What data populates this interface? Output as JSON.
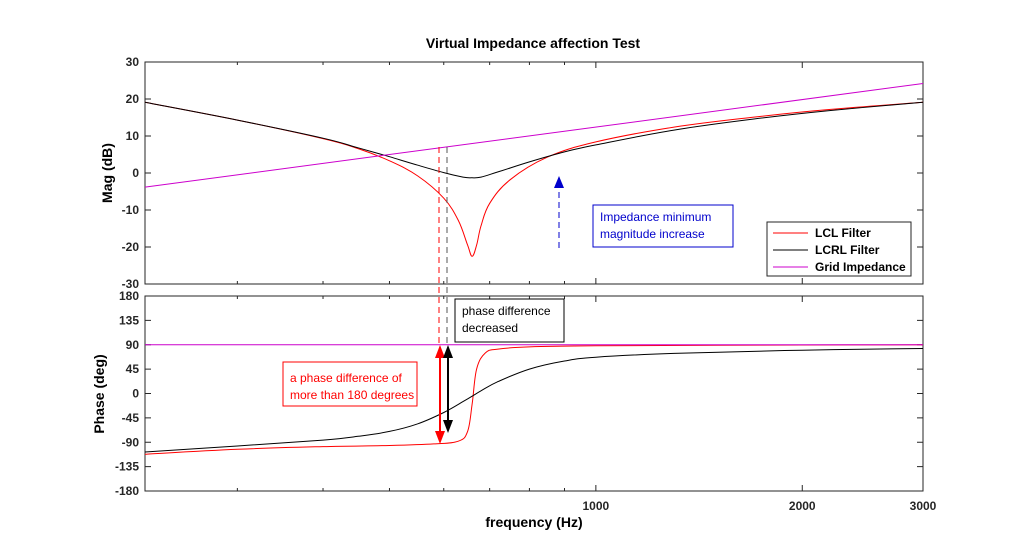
{
  "chart_data": [
    {
      "type": "line",
      "title": "Virtual Impedance affection Test",
      "xlabel": "",
      "ylabel": "Mag (dB)",
      "xscale": "log",
      "xlim": [
        220,
        3000
      ],
      "ylim": [
        -30,
        30
      ],
      "yticks": [
        "30",
        "20",
        "10",
        "0",
        "-10",
        "-20",
        "-30"
      ],
      "grid": false,
      "legend": "bottom-right",
      "series": [
        {
          "name": "LCL Filter",
          "color": "#ff0000",
          "x": [
            220,
            300,
            400,
            450,
            500,
            550,
            600,
            630,
            650,
            660,
            670,
            680,
            700,
            750,
            850,
            1000,
            1300,
            1700,
            2200,
            3000
          ],
          "y": [
            19.1,
            14.3,
            9.3,
            6.6,
            3.3,
            -0.8,
            -6.8,
            -12.8,
            -19.5,
            -22.5,
            -19.5,
            -14.3,
            -8.2,
            -1.8,
            4.3,
            8.4,
            12.4,
            15.1,
            17.2,
            19.1
          ]
        },
        {
          "name": "LCRL Filter",
          "color": "#000000",
          "x": [
            220,
            300,
            400,
            450,
            500,
            550,
            600,
            640,
            660,
            680,
            720,
            800,
            900,
            1000,
            1300,
            1700,
            2200,
            3000
          ],
          "y": [
            19.1,
            14.3,
            9.4,
            6.8,
            4.4,
            2.1,
            0.1,
            -1.1,
            -1.3,
            -1.1,
            0.3,
            3.0,
            5.7,
            7.6,
            11.6,
            14.6,
            16.9,
            19.1
          ]
        },
        {
          "name": "Grid Impedance",
          "color": "#cc00cc",
          "x": [
            220,
            3000
          ],
          "y": [
            -3.8,
            24.2
          ]
        }
      ],
      "annotations": [
        {
          "text": "Impedance minimum magnitude increase",
          "color": "#0000cc"
        }
      ]
    },
    {
      "type": "line",
      "xlabel": "frequency  (Hz)",
      "ylabel": "Phase (deg)",
      "xscale": "log",
      "xlim": [
        220,
        3000
      ],
      "ylim": [
        -180,
        180
      ],
      "xticks": [
        "1000",
        "2000",
        "3000"
      ],
      "yticks": [
        "180",
        "135",
        "90",
        "45",
        "0",
        "-45",
        "-90",
        "-135",
        "-180"
      ],
      "grid": false,
      "series": [
        {
          "name": "LCL Filter",
          "color": "#ff0000",
          "x": [
            220,
            300,
            400,
            500,
            580,
            630,
            650,
            660,
            670,
            690,
            720,
            800,
            1000,
            1500,
            2000,
            3000
          ],
          "y": [
            -112,
            -103,
            -98,
            -96,
            -93,
            -88,
            -70,
            -20,
            45,
            75,
            82,
            86,
            88,
            89,
            89.5,
            90
          ]
        },
        {
          "name": "LCRL Filter",
          "color": "#000000",
          "x": [
            220,
            300,
            400,
            450,
            500,
            550,
            600,
            640,
            660,
            680,
            720,
            800,
            900,
            1000,
            1300,
            2000,
            3000
          ],
          "y": [
            -108,
            -97,
            -86,
            -79,
            -70,
            -56,
            -35,
            -15,
            -5,
            5,
            22,
            45,
            60,
            67,
            74,
            80,
            83
          ]
        },
        {
          "name": "Grid Impedance",
          "color": "#cc00cc",
          "x": [
            220,
            3000
          ],
          "y": [
            90,
            90
          ]
        }
      ],
      "annotations": [
        {
          "text": "phase difference decreased",
          "color": "#000000"
        },
        {
          "text": "a phase difference of more than 180 degrees",
          "color": "#ff0000"
        }
      ]
    }
  ],
  "annotations": {
    "top_box_line1": "Impedance minimum",
    "top_box_line2": "magnitude increase",
    "black_box_line1": "phase difference",
    "black_box_line2": "decreased",
    "red_box_line1": "a phase difference of",
    "red_box_line2": "more than 180 degrees"
  },
  "legend": {
    "items": [
      {
        "label": "LCL Filter",
        "color": "#ff0000"
      },
      {
        "label": "LCRL Filter",
        "color": "#000000"
      },
      {
        "label": "Grid Impedance",
        "color": "#cc00cc"
      }
    ]
  },
  "colors": {
    "lcl": "#ff0000",
    "lcrl": "#000000",
    "grid": "#cc00cc",
    "blue_annot": "#0000cc"
  }
}
